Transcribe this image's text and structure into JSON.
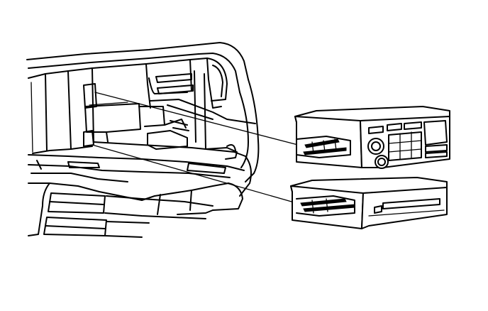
{
  "figure": {
    "kind": "exploded-view line illustration",
    "background": "#ffffff",
    "line_color": "#000000",
    "parts": [
      "instrument-panel-cavity",
      "radio-receiver",
      "cassette-player",
      "leader-lines"
    ]
  }
}
